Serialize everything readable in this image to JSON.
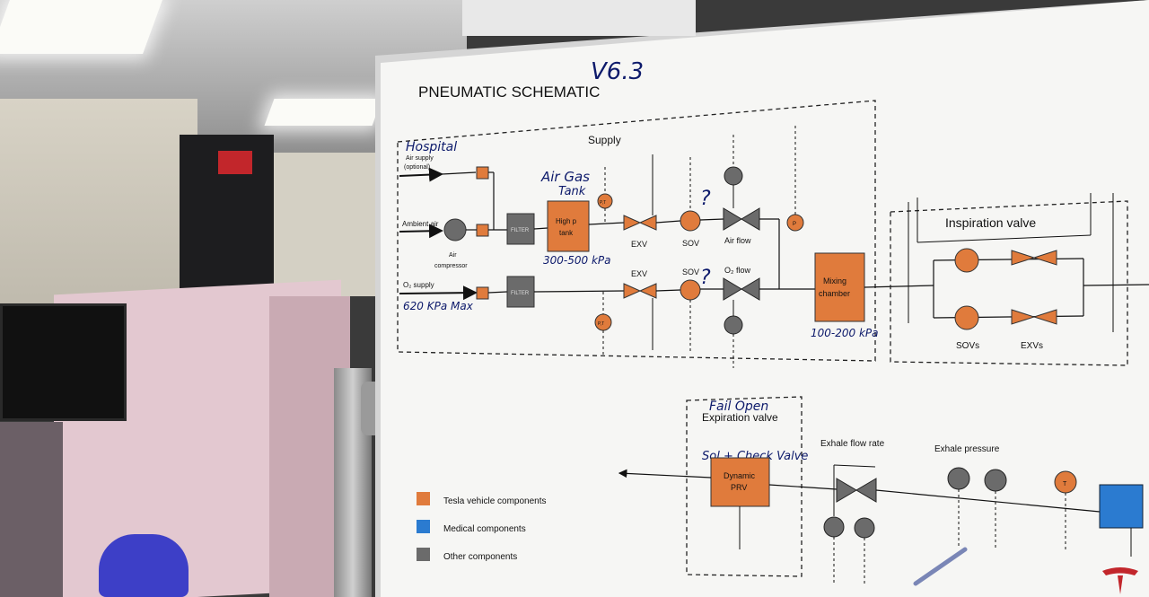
{
  "diagram": {
    "title": "PNEUMATIC SCHEMATIC",
    "version_handwritten": "V6.3",
    "supply_label": "Supply",
    "hospital_handwritten": "Hospital",
    "air_supply_label": "Air supply",
    "air_supply_optional": "(optional)",
    "ambient_air_label": "Ambient air",
    "air_compressor_label": "Air",
    "air_compressor_label2": "compressor",
    "o2_supply_label": "O₂ supply",
    "o2_pressure_handwritten": "620 KPa Max",
    "filter_label": "FILTER",
    "air_gas_tank_handwritten": "Air Gas",
    "air_gas_tank_handwritten2": "Tank",
    "high_p_tank_label": "High p",
    "high_p_tank_label2": "tank",
    "tank_pressure_handwritten": "300-500 kPa",
    "pt_label": "P,T",
    "exv_label": "EXV",
    "sov_label": "SOV",
    "question_mark": "?",
    "air_flow_label": "Air flow",
    "o2_flow_label": "O₂ flow",
    "p_label": "P",
    "mixing_chamber_label": "Mixing",
    "mixing_chamber_label2": "chamber",
    "mixing_pressure_handwritten": "100-200 kPa",
    "inspiration_valve_label": "Inspiration valve",
    "sovs_label": "SOVs",
    "exvs_label": "EXVs",
    "fail_open_handwritten": "Fail Open",
    "expiration_valve_label": "Expiration valve",
    "sol_check_handwritten": "Sol + Check Valve",
    "dynamic_prv_label": "Dynamic",
    "dynamic_prv_label2": "PRV",
    "exhale_flow_rate_label": "Exhale flow rate",
    "exhale_pressure_label": "Exhale pressure",
    "t_label": "T"
  },
  "legend": {
    "items": [
      {
        "label": "Tesla vehicle components",
        "color": "#e07b3c"
      },
      {
        "label": "Medical components",
        "color": "#2b7bd0"
      },
      {
        "label": "Other components",
        "color": "#6b6b6b"
      }
    ]
  },
  "colors": {
    "tesla_orange": "#e07b3c",
    "medical_blue": "#2b7bd0",
    "other_gray": "#6b6b6b",
    "handwriting_blue": "#0d1a6b",
    "tesla_red": "#c2262b"
  }
}
